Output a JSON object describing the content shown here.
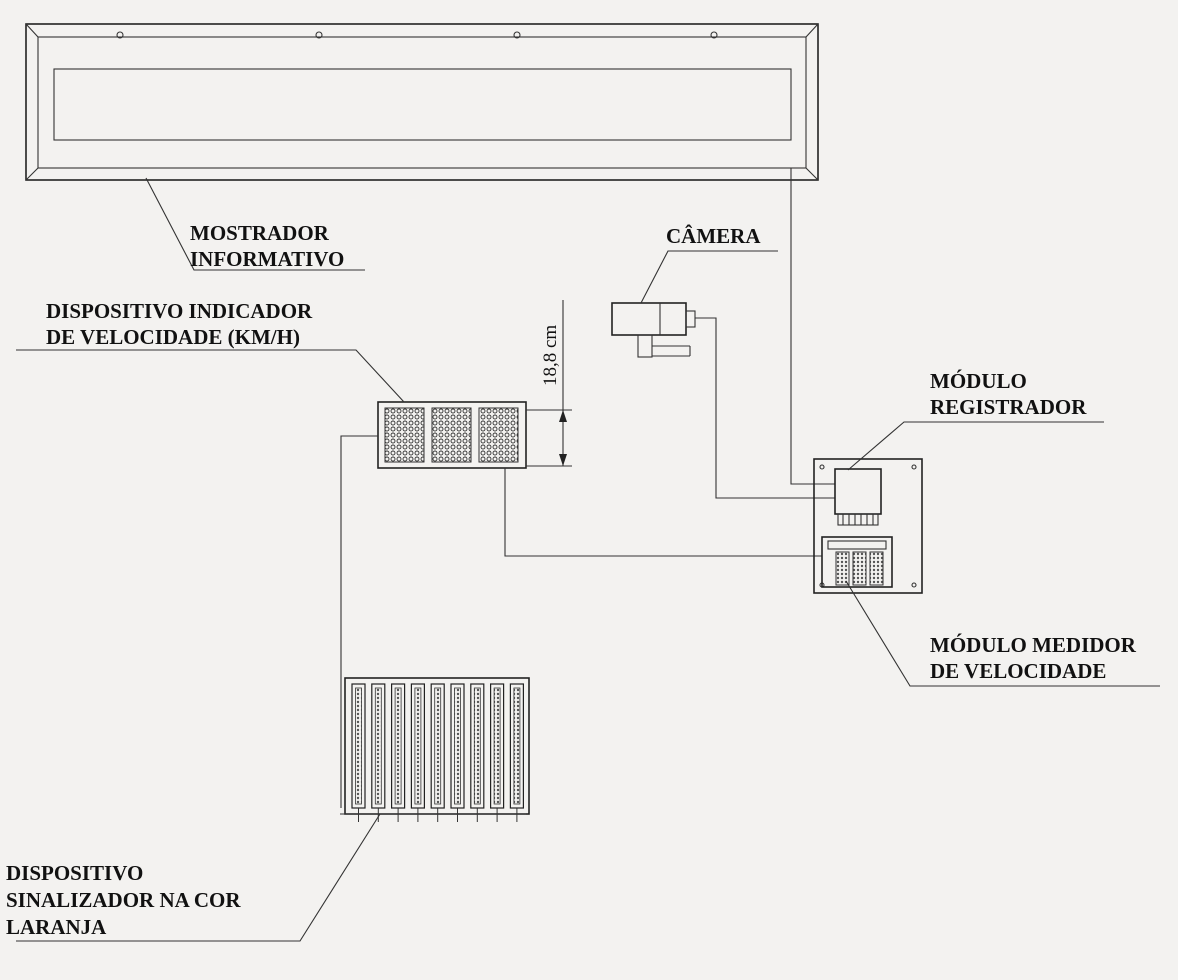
{
  "labels": {
    "mostrador_1": "MOSTRADOR",
    "mostrador_2": "INFORMATIVO",
    "camera": "CÂMERA",
    "dispositivo_ind_1": "DISPOSITIVO INDICADOR",
    "dispositivo_ind_2": "DE VELOCIDADE (km/h)",
    "dimension": "18,8 cm",
    "modulo_reg_1": "MÓDULO",
    "modulo_reg_2": "REGISTRADOR",
    "modulo_med_1": "MÓDULO MEDIDOR",
    "modulo_med_2": "DE VELOCIDADE",
    "sinalizador_1": "DISPOSITIVO",
    "sinalizador_2": "SINALIZADOR NA COR",
    "sinalizador_3": "LARANJA"
  },
  "colors": {
    "ink": "#222222",
    "paper": "#f3f2f0"
  }
}
